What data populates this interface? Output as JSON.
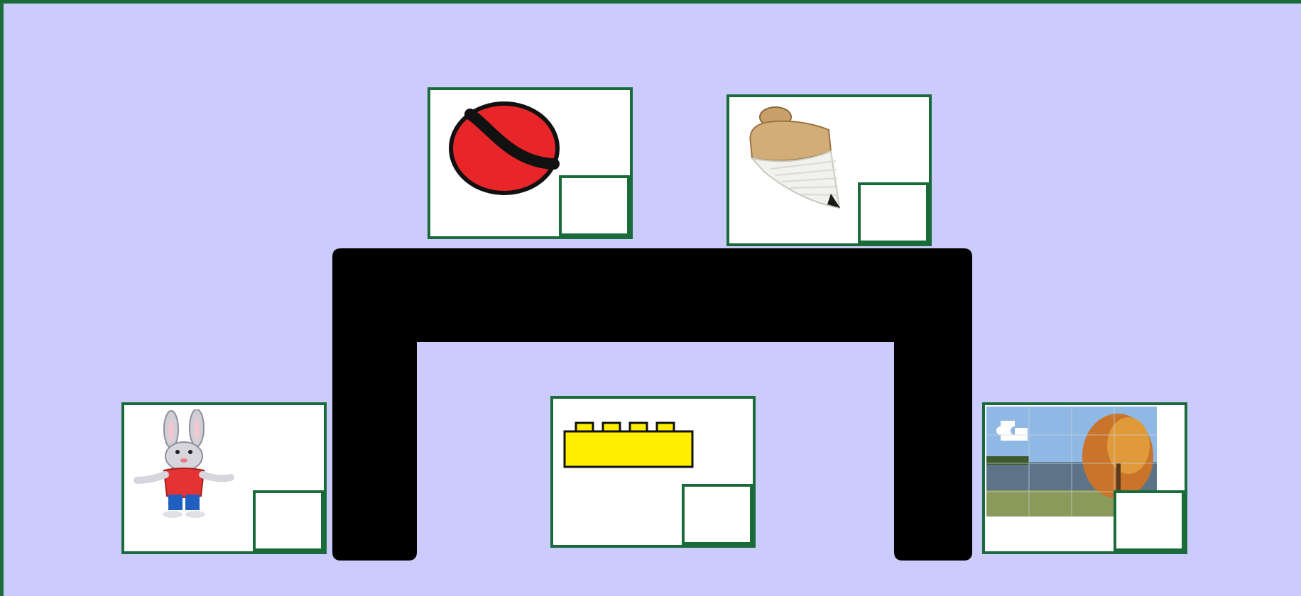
{
  "game": {
    "background_color": "#ccccfc",
    "frame_color": "#1a6b3a",
    "table_color": "#000000"
  },
  "cards": [
    {
      "id": "ball",
      "picture": "ball-icon",
      "checkbox_checked": false
    },
    {
      "id": "spinning-top",
      "picture": "spinning-top-icon",
      "checkbox_checked": false
    },
    {
      "id": "bunny",
      "picture": "bunny-toy-icon",
      "checkbox_checked": false
    },
    {
      "id": "block",
      "picture": "toy-brick-icon",
      "checkbox_checked": false
    },
    {
      "id": "puzzle",
      "picture": "jigsaw-puzzle-icon",
      "checkbox_checked": false
    }
  ]
}
